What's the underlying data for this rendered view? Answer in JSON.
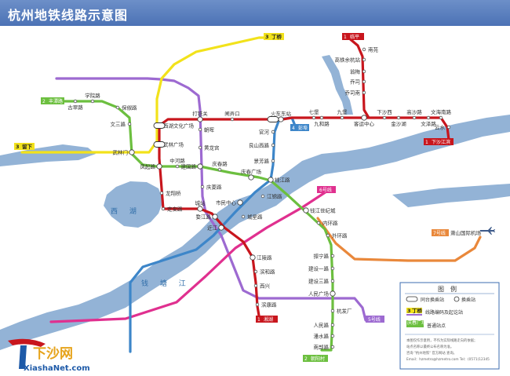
{
  "title": "杭州地铁线路示意图",
  "water_labels": {
    "lake": "西 湖",
    "river": "钱 塘 江"
  },
  "colors": {
    "line1": "#c8161d",
    "line2": "#6cbf3f",
    "line3": "#f2e21b",
    "line4": "#3d86c9",
    "line5": "#9d6ad1",
    "line6": "#e0308f",
    "line7": "#e9883b",
    "water": "#93b3d6"
  },
  "line_tags": [
    {
      "num": "1",
      "name": "临平",
      "color": "#c8161d"
    },
    {
      "num": "1",
      "name": "下沙江滨",
      "color": "#c8161d"
    },
    {
      "num": "1",
      "name": "湘湖",
      "color": "#c8161d"
    },
    {
      "num": "2",
      "name": "丰潭路",
      "color": "#6cbf3f"
    },
    {
      "num": "2",
      "name": "朝阳村",
      "color": "#6cbf3f"
    },
    {
      "num": "3",
      "name": "丁桥",
      "color": "#f2e21b"
    },
    {
      "num": "3",
      "name": "留下",
      "color": "#f2e21b"
    },
    {
      "num": "4",
      "name": "彭埠",
      "color": "#3d86c9"
    },
    {
      "num": "5号线",
      "name": "",
      "color": "#9d6ad1"
    },
    {
      "num": "6号线",
      "name": "",
      "color": "#e0308f"
    },
    {
      "num": "7号线",
      "name": "萧山国际机场",
      "color": "#e9883b"
    }
  ],
  "stations": [
    "南苑",
    "高铁余杭站",
    "临平",
    "翁梅",
    "乔司",
    "乔司南",
    "打铁关",
    "闸弄口",
    "火车东站",
    "七堡",
    "九堡",
    "下沙西",
    "高沙路",
    "文海南路",
    "彭埠",
    "九和路",
    "客运中心",
    "金沙湖",
    "文泽路",
    "云水",
    "下沙江滨",
    "学院路",
    "古翠路",
    "丰潭路",
    "保俶路",
    "文三路",
    "武林门",
    "留下",
    "西湖文化广场",
    "武林广场",
    "凤起路",
    "中河路",
    "建国路",
    "庆春路",
    "婺江路",
    "朝晖",
    "黄龙宫",
    "官河",
    "艮山西路",
    "景芳路",
    "庆春广场",
    "市民中心",
    "钱江路",
    "龙翔桥",
    "定安路",
    "城站",
    "庆菱路",
    "江锦路",
    "近江",
    "城星路",
    "钱江世纪城",
    "内环路",
    "外环路",
    "江陵路",
    "滨和路",
    "西兴",
    "振宁路",
    "建设一路",
    "建设三路",
    "人民广场",
    "杭发厂",
    "人民路",
    "潘水路",
    "南部路",
    "滨康路",
    "萧山国际机场",
    "丁桥",
    "湘湖",
    "朝阳村"
  ],
  "legend": {
    "title": "图　例",
    "interchange": "同台换乘站",
    "transfer": "换乘站",
    "terminal": "线路编码及起讫站",
    "normal": "普通站点",
    "sample_tag_num": "3",
    "sample_tag_name": "丁桥",
    "sample_station": "庆春广场",
    "notes": [
      "本图仅作示意用，不作为实际线路走向的依据；",
      "站点名称以最终公布名称为准。",
      "咨询 \"杭州地铁\" 官方网站 查询。",
      "Email：hzmetro@hzmetro.com    Tel：(0571)12345"
    ]
  },
  "watermark": {
    "brand": "下沙网",
    "site": "XiashaNet.com"
  }
}
